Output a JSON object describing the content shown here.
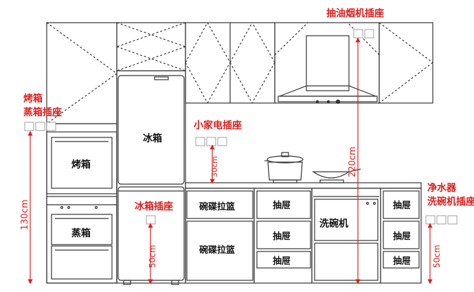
{
  "labels": {
    "oven_socket_line1": "烤箱",
    "oven_socket_line2": "蒸箱插座",
    "hood_socket": "抽油烟机插座",
    "appliance_socket": "小家电插座",
    "fridge_socket": "冰箱插座",
    "purifier_socket_line1": "净水器",
    "purifier_socket_line2": "洗碗机插座",
    "fridge": "冰箱",
    "oven": "烤箱",
    "steamer": "蒸箱",
    "bowl_basket_1": "碗碟拉篮",
    "bowl_basket_2": "碗碟拉篮",
    "drawer_1": "抽屉",
    "drawer_2": "抽屉",
    "drawer_3": "抽屉",
    "drawer_r1": "抽屉",
    "drawer_r2": "抽屉",
    "drawer_r3": "抽屉",
    "dishwasher": "洗碗机"
  },
  "dimensions": {
    "oven_height": "130cm",
    "hood_height": "220cm",
    "counter_gap": "30cm",
    "fridge_socket_height": "50cm",
    "purifier_socket_height": "50cm"
  },
  "colors": {
    "annotation": "#d6201f",
    "line": "#333333"
  }
}
